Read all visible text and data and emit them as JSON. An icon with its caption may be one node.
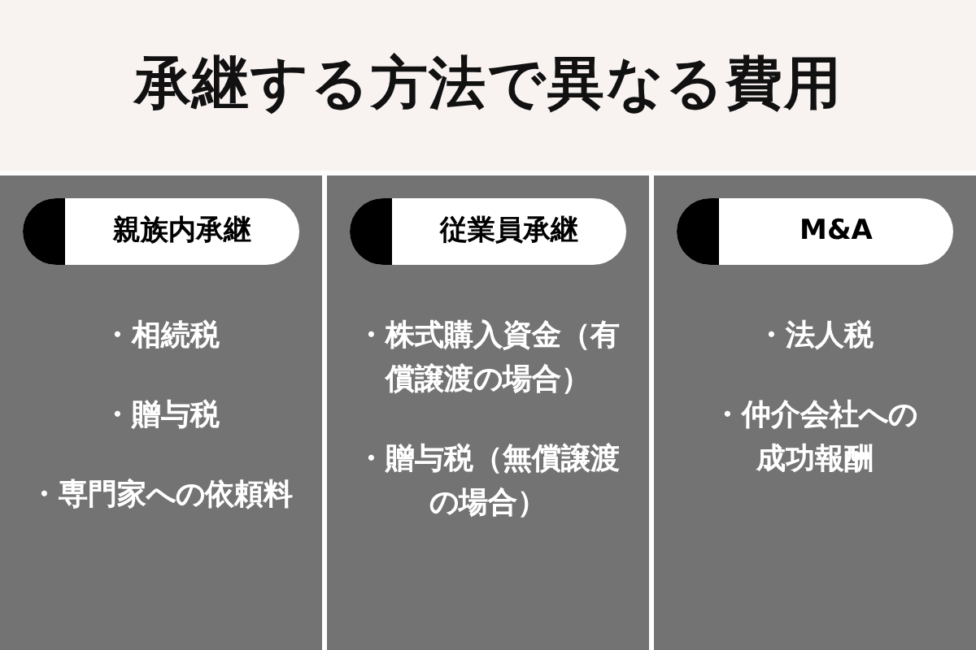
{
  "diagram": {
    "title": "承継する方法で異なる費用",
    "nodes": [
      {
        "text": [
          "・相続税",
          "・贈与税",
          "・専門家への依頼料"
        ]
      },
      {
        "text": [
          "親族内承継"
        ],
        "in": 0
      },
      {
        "text": [
          "・株式購入資金（有償譲渡の場合）",
          "・贈与税（無償譲渡の場合）"
        ]
      },
      {
        "text": [
          "従業員承継"
        ],
        "in": 2
      },
      {
        "text": [
          "・法人税",
          "・仲介会社への成功報酬"
        ]
      },
      {
        "text": [
          "M&A"
        ],
        "in": 4
      }
    ]
  }
}
